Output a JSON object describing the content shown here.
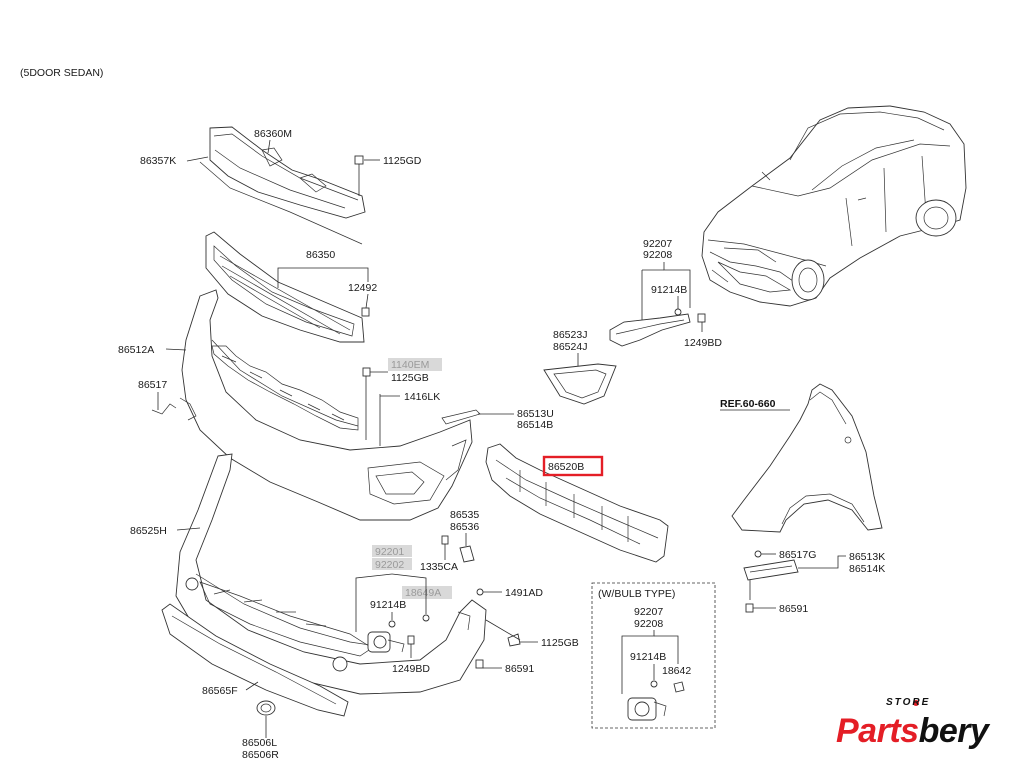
{
  "diagram": {
    "variant_note": "(5DOOR SEDAN)",
    "ref_label": "REF.60-660",
    "bulb_box_title": "(W/BULB TYPE)",
    "highlighted_part": "86520B",
    "labels": {
      "l86360M": "86360M",
      "l86357K": "86357K",
      "l1125GD": "1125GD",
      "l86350": "86350",
      "l12492": "12492",
      "l86512A": "86512A",
      "l1140EM": "1140EM",
      "l1125GB_a": "1125GB",
      "l1416LK": "1416LK",
      "l86517": "86517",
      "l86513U": "86513U",
      "l86514B": "86514B",
      "l86520B": "86520B",
      "l92207_a": "92207",
      "l92208_a": "92208",
      "l91214B_a": "91214B",
      "l1249BD_a": "1249BD",
      "l86523J": "86523J",
      "l86524J": "86524J",
      "l86525H": "86525H",
      "l86535": "86535",
      "l86536": "86536",
      "l92201": "92201",
      "l92202": "92202",
      "l1335CA": "1335CA",
      "l18649A": "18649A",
      "l1491AD": "1491AD",
      "l91214B_b": "91214B",
      "l1125GB_b": "1125GB",
      "l1249BD_b": "1249BD",
      "l86591_a": "86591",
      "l86565F": "86565F",
      "l86506L": "86506L",
      "l86506R": "86506R",
      "l86517G": "86517G",
      "l86513K": "86513K",
      "l86514K": "86514K",
      "l86591_b": "86591",
      "l92207_b": "92207",
      "l92208_b": "92208",
      "l91214B_c": "91214B",
      "l18642": "18642"
    }
  },
  "brand": {
    "store": "STORE",
    "name_part1": "Parts",
    "name_part2": "bery"
  }
}
